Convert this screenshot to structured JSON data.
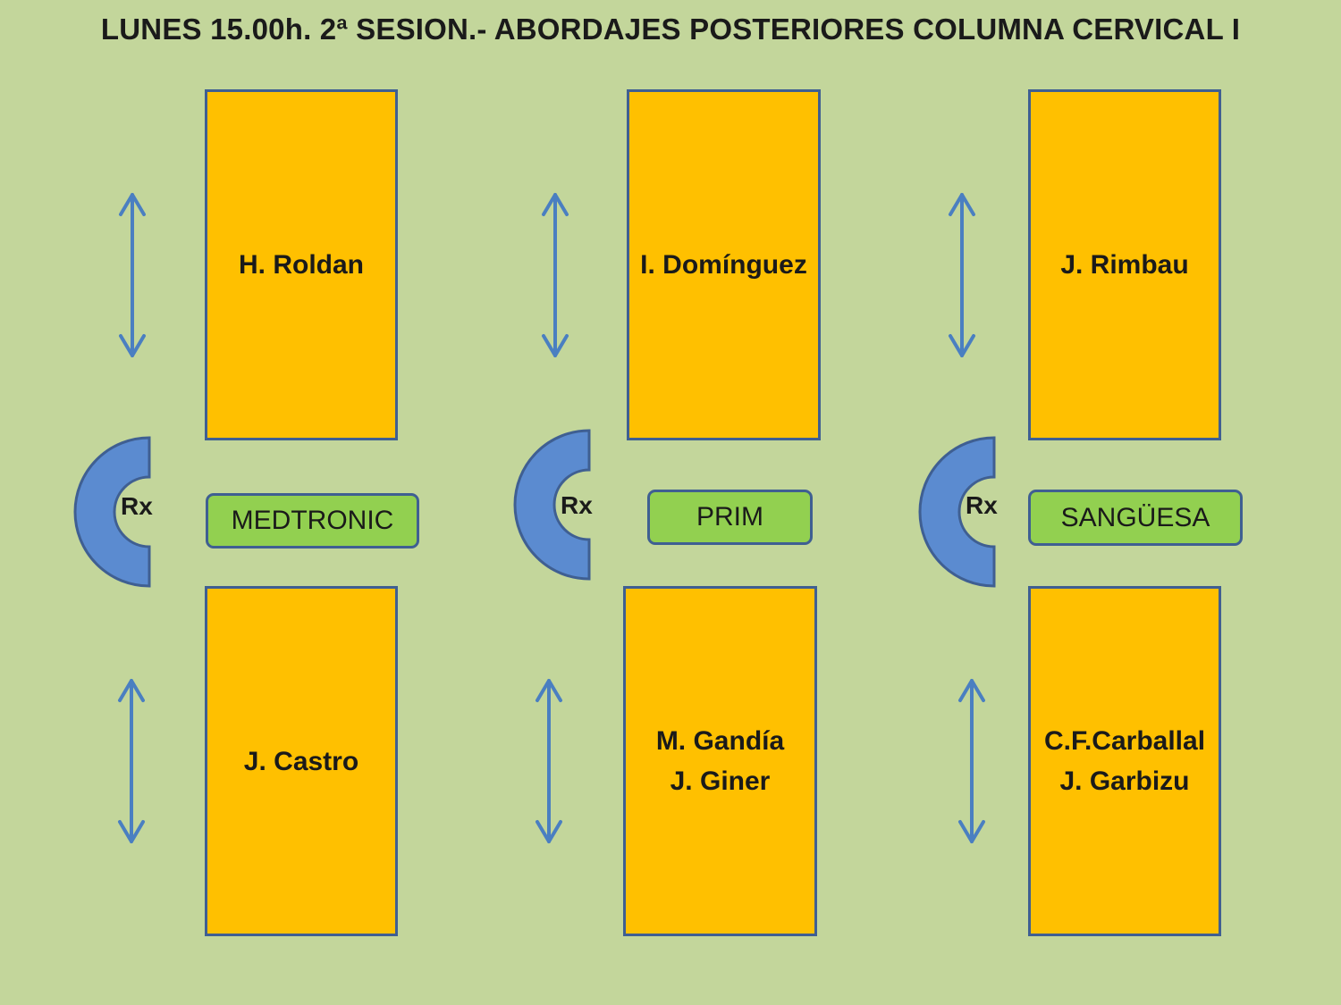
{
  "title": "LUNES 15.00h. 2ª SESION.- ABORDAJES POSTERIORES COLUMNA CERVICAL I",
  "colors": {
    "background": "#c3d69b",
    "table": "#ffc000",
    "sponsor": "#92d050",
    "c_arm": "#5b8bd0",
    "arrow": "#4a7fc1",
    "outline": "#3f5f92"
  },
  "stations": [
    {
      "top_table": "H. Roldan",
      "bottom_table": "J. Castro",
      "sponsor": "MEDTRONIC",
      "rx_label": "Rx"
    },
    {
      "top_table": "I. Domínguez",
      "bottom_table": "M. Gandía\nJ. Giner",
      "sponsor": "PRIM",
      "rx_label": "Rx"
    },
    {
      "top_table": "J. Rimbau",
      "bottom_table": "C.F.Carballal\nJ. Garbizu",
      "sponsor": "SANGÜESA",
      "rx_label": "Rx"
    }
  ]
}
